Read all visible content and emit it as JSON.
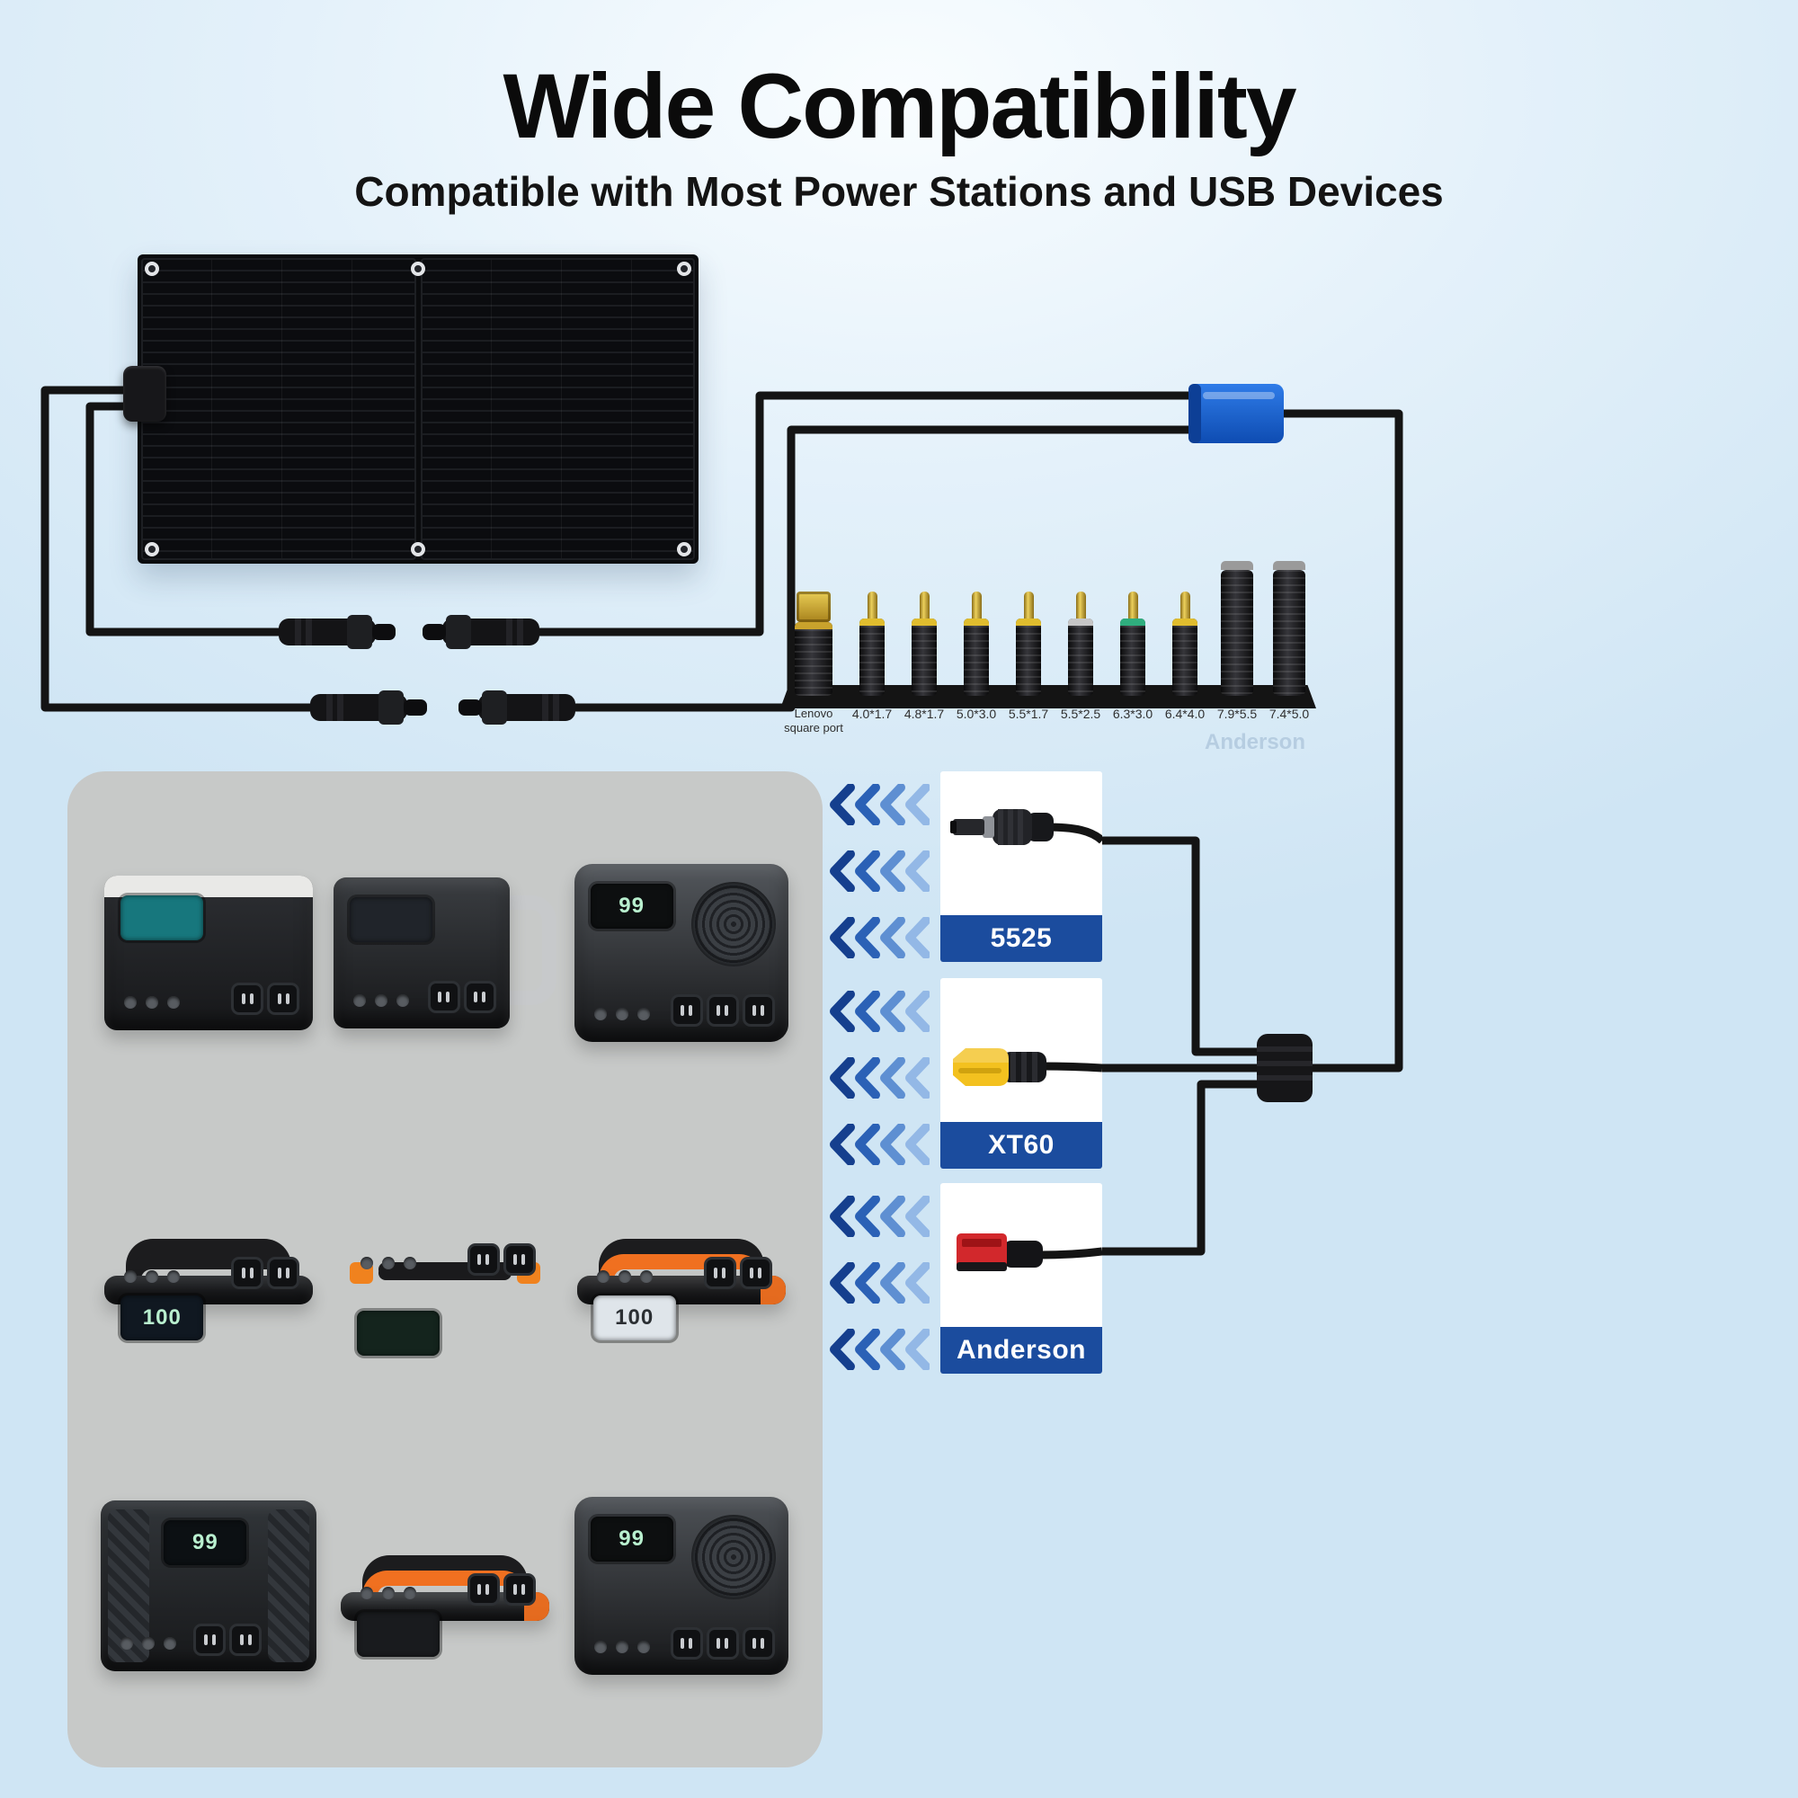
{
  "header": {
    "title": "Wide Compatibility",
    "subtitle": "Compatible with Most Power Stations and USB Devices"
  },
  "adapter_strip": {
    "watermark": "Anderson",
    "tips": [
      {
        "label": "Lenovo square port",
        "style": "square",
        "ring": "#c9a22c"
      },
      {
        "label": "4.0*1.7",
        "style": "barrel",
        "ring": "#e0bd2e"
      },
      {
        "label": "4.8*1.7",
        "style": "barrel",
        "ring": "#e0bd2e"
      },
      {
        "label": "5.0*3.0",
        "style": "barrel",
        "ring": "#e0bd2e"
      },
      {
        "label": "5.5*1.7",
        "style": "barrel",
        "ring": "#e0bd2e"
      },
      {
        "label": "5.5*2.5",
        "style": "barrel",
        "ring": "#c6c6c6"
      },
      {
        "label": "6.3*3.0",
        "style": "barrel",
        "ring": "#2fae7e"
      },
      {
        "label": "6.4*4.0",
        "style": "barrel",
        "ring": "#e0bd2e"
      },
      {
        "label": "7.9*5.5",
        "style": "barrel-large",
        "ring": "#9a9a9a"
      },
      {
        "label": "7.4*5.0",
        "style": "barrel-large",
        "ring": "#9a9a9a"
      }
    ]
  },
  "connector_cards": [
    {
      "label": "5525"
    },
    {
      "label": "XT60"
    },
    {
      "label": "Anderson"
    }
  ],
  "power_stations": [
    {
      "name": "power-station-1",
      "style": "flat",
      "body": "#2d2f33",
      "cap": "#e9e9e7",
      "screen": "#17777d",
      "display": "",
      "outlets": 2
    },
    {
      "name": "power-station-2",
      "style": "sidehandle",
      "body": "#3a3d41",
      "cap": "#c7c9cb",
      "screen": "#20242a",
      "display": "",
      "outlets": 2
    },
    {
      "name": "power-station-3",
      "style": "cube",
      "body": "#53575c",
      "screen": "#0d0f10",
      "display": "99",
      "outlets": 3
    },
    {
      "name": "power-station-4",
      "style": "arch",
      "body": "#232528",
      "screen": "#101821",
      "display": "100",
      "outlets": 2
    },
    {
      "name": "power-station-5",
      "style": "bar",
      "body": "#2a2d30",
      "screen": "#14241d",
      "display": "",
      "outlets": 2,
      "accent": "#f0821e"
    },
    {
      "name": "power-station-6",
      "style": "arch",
      "body": "#2c2c2e",
      "screen": "#dfe5ea",
      "display": "100",
      "display_color": "#2b2f33",
      "outlets": 2,
      "accent": "#f07020",
      "orange": true
    },
    {
      "name": "power-station-7",
      "style": "xside",
      "body": "#313539",
      "screen": "#0c1013",
      "display": "99",
      "outlets": 2
    },
    {
      "name": "power-station-8",
      "style": "arch",
      "body": "#3a3d40",
      "screen": "#191b1e",
      "display": "",
      "outlets": 2,
      "accent": "#f07020",
      "orange": true
    },
    {
      "name": "power-station-9",
      "style": "cube",
      "body": "#4d5156",
      "screen": "#0d0f10",
      "display": "99",
      "outlets": 3
    }
  ],
  "chevrons": {
    "per_row": 4,
    "rows_per_card": 3,
    "colors": [
      "#153f8e",
      "#2b61b6",
      "#5e8fd2",
      "#93b8e6"
    ]
  },
  "colors": {
    "label_bar": "#1b4c9e",
    "cable": "#141414",
    "connector_blue": "#1668d6"
  }
}
